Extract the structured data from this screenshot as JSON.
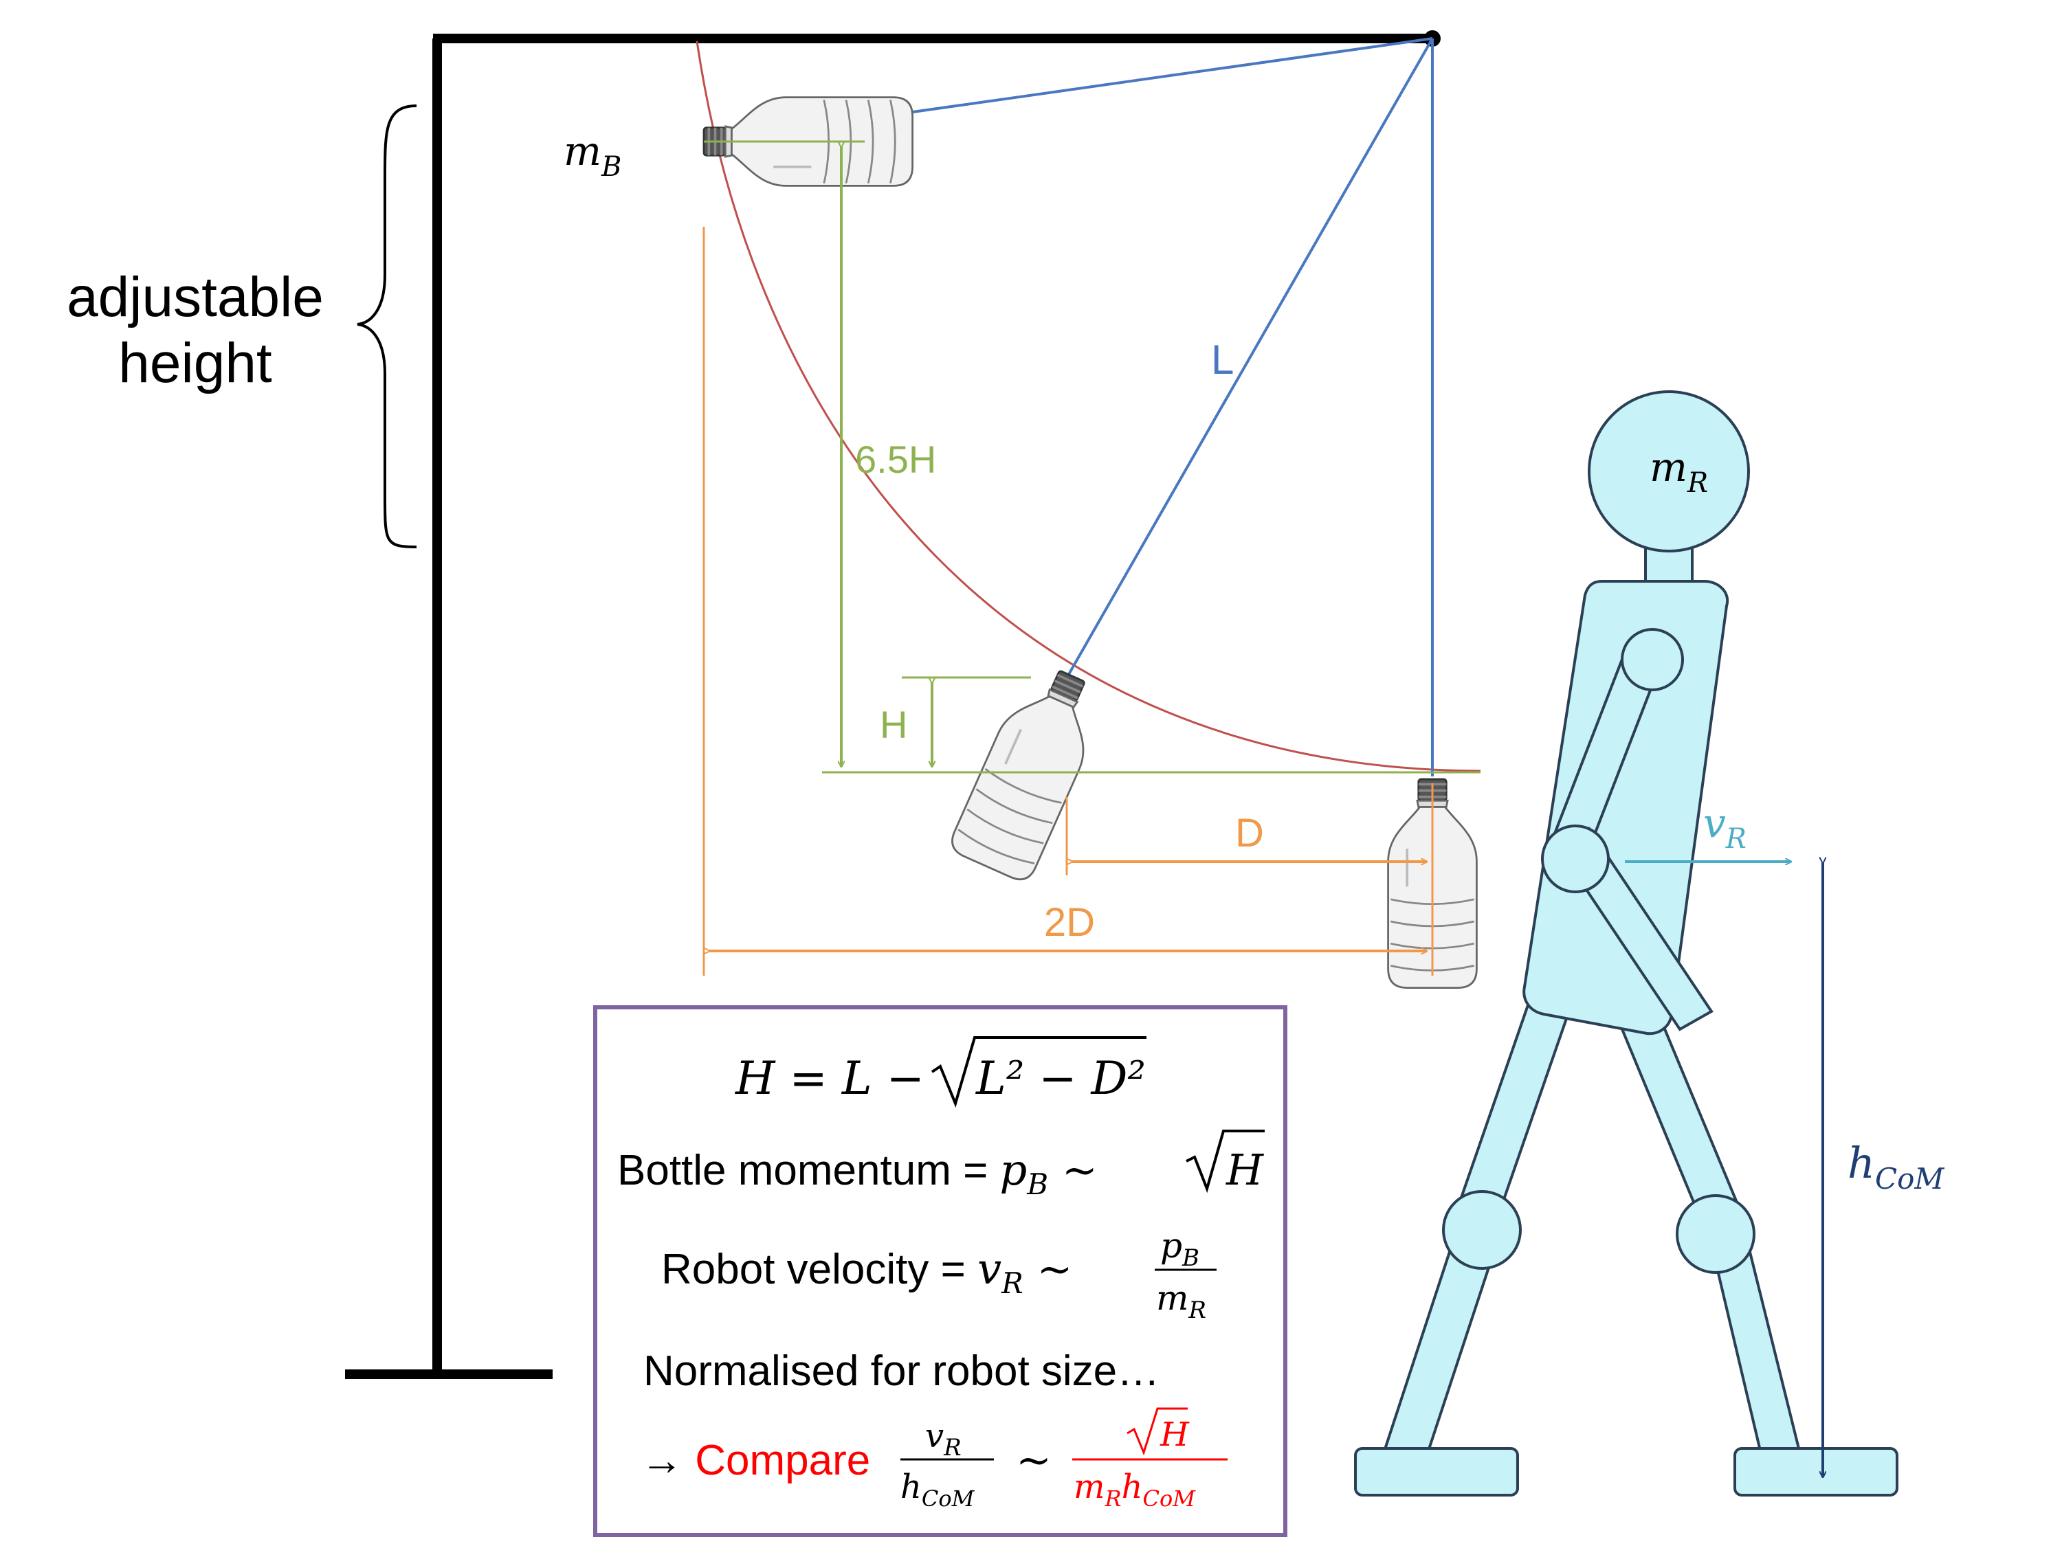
{
  "frame": {
    "adjustable_height_label_line1": "adjustable",
    "adjustable_height_label_line2": "height"
  },
  "labels": {
    "pendulum_length": "L",
    "drop_height_scaled": "6.5H",
    "drop_height": "H",
    "horizontal_offset": "D",
    "horizontal_offset_double": "2D"
  },
  "masses": {
    "bottle_mass_base": "m",
    "bottle_mass_sub": "B",
    "robot_mass_base": "m",
    "robot_mass_sub": "R"
  },
  "robot": {
    "velocity_base": "v",
    "velocity_sub": "R",
    "com_height_base": "h",
    "com_height_sub": "CoM"
  },
  "equations": {
    "line1_lhs": "H = L − ",
    "line1_radicand": "L² − D²",
    "line2_text": "Bottle momentum = ",
    "line2_p": "p",
    "line2_p_sub": "B",
    "line2_sim": " ~ ",
    "line2_radicand": "H",
    "line3_text": "Robot velocity = ",
    "line3_v": "v",
    "line3_v_sub": "R",
    "line3_sim": " ~ ",
    "line3_num": "p",
    "line3_num_sub": "B",
    "line3_den": "m",
    "line3_den_sub": "R",
    "line4_text": "Normalised for robot size…",
    "line5_arrow": "→ ",
    "line5_compare": "Compare",
    "line5_num1": "v",
    "line5_num1_sub": "R",
    "line5_den1": "h",
    "line5_den1_sub": "CoM",
    "line5_sim": "~",
    "line5_num2_radicand": "H",
    "line5_den2_m": "m",
    "line5_den2_m_sub": "R",
    "line5_den2_h": "h",
    "line5_den2_h_sub": "CoM"
  },
  "colors": {
    "frame": "#000000",
    "pendulum": "#4a78c0",
    "arc": "#c0504d",
    "height_dims": "#8db24f",
    "offset_dims": "#f0994a",
    "robot_fill": "#c7f2f8",
    "robot_stroke": "#2b3f55",
    "velocity": "#4bacc6",
    "com_height": "#1f3e74",
    "box_border": "#8064a2",
    "highlight": "#ff0000"
  }
}
